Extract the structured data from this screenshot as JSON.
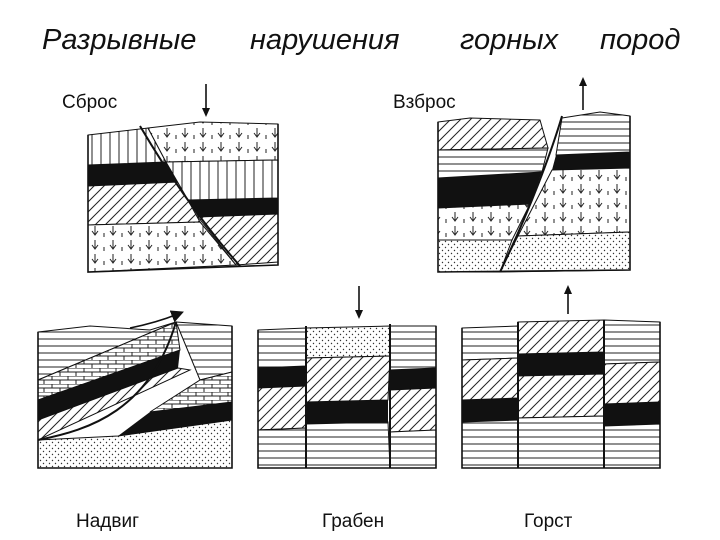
{
  "title": {
    "words": [
      "Разрывные",
      "нарушения",
      "горных",
      "пород"
    ]
  },
  "labels": {
    "normal_fault": "Сброс",
    "reverse_fault": "Взброс",
    "thrust": "Надвиг",
    "graben": "Грабен",
    "horst": "Горст"
  },
  "colors": {
    "ink": "#111111",
    "background": "#ffffff"
  }
}
